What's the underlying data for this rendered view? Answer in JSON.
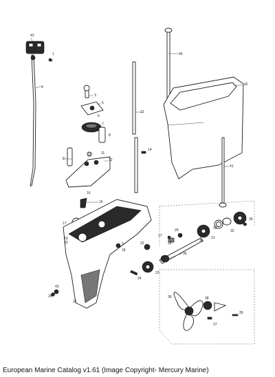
{
  "caption": "European Marine Catalog v1.61 (Image Copyright- Mercury Marine)",
  "callouts": {
    "c1": "1",
    "c2": "2",
    "c3": "3",
    "c4": "4",
    "c5": "5",
    "c6": "6",
    "c7": "7",
    "c8": "8",
    "c9": "9",
    "c10": "10",
    "c11": "11",
    "c12": "12",
    "c13": "13",
    "c14": "14",
    "c15": "15",
    "c16": "16",
    "c17": "17",
    "c18": "18",
    "c19": "19",
    "c20": "20",
    "c21": "21",
    "c22": "22",
    "c23": "23",
    "c24": "24",
    "c25": "25",
    "c26": "26",
    "c27": "27",
    "c28": "28",
    "c29": "29",
    "c30": "30",
    "c31": "31",
    "c32": "32",
    "c33": "33",
    "c34": "34",
    "c35": "35",
    "c36": "36",
    "c37": "37",
    "c38": "38",
    "c39": "39",
    "c40": "40",
    "c41": "41",
    "c42": "42",
    "c43": "43"
  }
}
